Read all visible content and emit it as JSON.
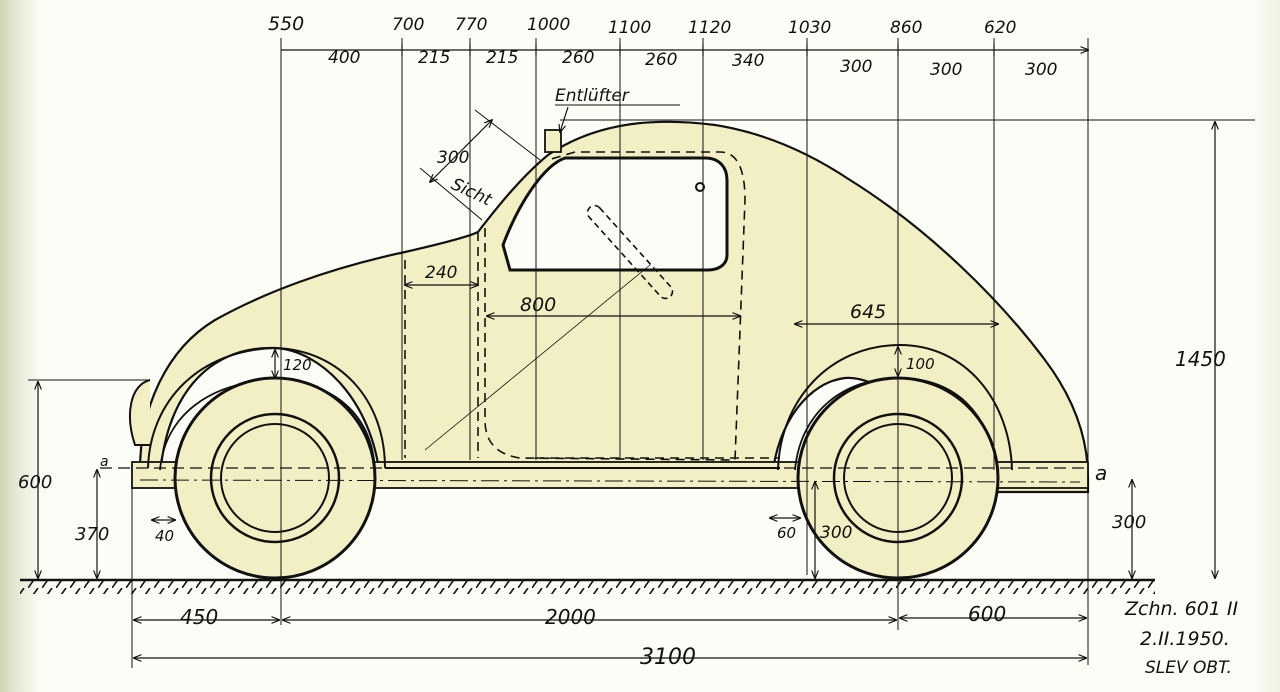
{
  "drawing": {
    "top_marks": [
      "550",
      "700",
      "770",
      "1000",
      "1100",
      "1120",
      "1030",
      "860",
      "620"
    ],
    "top_dims": [
      "400",
      "215",
      "215",
      "260",
      "260",
      "340",
      "300",
      "300",
      "300"
    ],
    "vent_label": "Entlüfter",
    "sight_value": "300",
    "sight_label": "Sicht",
    "dims": {
      "d240": "240",
      "d800": "800",
      "d645": "645",
      "d120": "120",
      "d100": "100",
      "d1450": "1450",
      "d600_left": "600",
      "d370": "370",
      "d40": "40",
      "d60": "60",
      "d300_wheel": "300",
      "d300_right": "300",
      "d450": "450",
      "d2000": "2000",
      "d600_bottom": "600",
      "d3100": "3100"
    },
    "axle_label_left": "a",
    "axle_label_right": "a",
    "title_block": {
      "line1": "Zchn. 601 II",
      "line2": "2.II.1950.",
      "line3": "SLEV OBT."
    }
  },
  "colors": {
    "paper": "#fdfdf8",
    "body_fill": "#f2efc4",
    "ink": "#111111"
  }
}
